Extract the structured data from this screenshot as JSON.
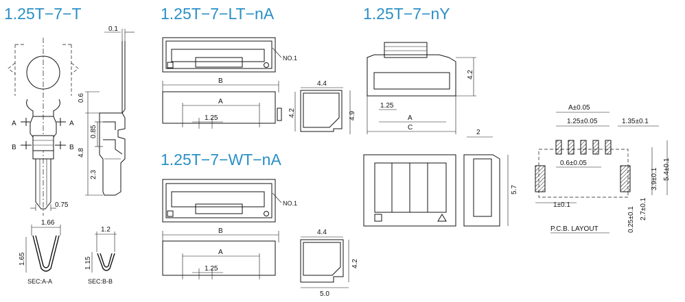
{
  "titles": {
    "terminal": "1.25T−7−T",
    "lt": "1.25T−7−LT−nA",
    "wt": "1.25T−7−WT−nA",
    "housing": "1.25T−7−nY"
  },
  "terminal": {
    "d_top": "0.1",
    "d_06": "0.6",
    "d_085": "0.85",
    "d_48": "4.8",
    "d_23": "2.3",
    "d_075": "0.75",
    "sec_a": "A",
    "sec_b": "B"
  },
  "sections": {
    "aa_width": "1.66",
    "aa_height": "1.65",
    "aa_label": "SEC:A-A",
    "bb_width": "1.2",
    "bb_height": "1.15",
    "bb_label": "SEC:B-B"
  },
  "lt": {
    "no1": "NO.1",
    "b": "B",
    "a": "A",
    "pitch": "1.25",
    "side_w": "4.4",
    "side_h1": "4.2",
    "side_h2": "4.9"
  },
  "wt": {
    "no1": "NO.1",
    "b": "B",
    "a": "A",
    "pitch": "1.25",
    "side_w": "4.4",
    "side_h": "4.2",
    "side_bottom": "5.0"
  },
  "housing": {
    "h": "4.2",
    "pitch": "1.25",
    "a": "A",
    "c": "C",
    "side_w": "2",
    "height": "5.7"
  },
  "pcb": {
    "a": "A±0.05",
    "pitch": "1.25±0.05",
    "d135": "1.35±0.1",
    "d06": "0.6±0.05",
    "d1": "1±0.1",
    "d39": "3.9±0.1",
    "d54": "5.4±0.1",
    "d025": "0.25±0.1",
    "d27": "2.7±0.1",
    "label": "P.C.B. LAYOUT"
  }
}
